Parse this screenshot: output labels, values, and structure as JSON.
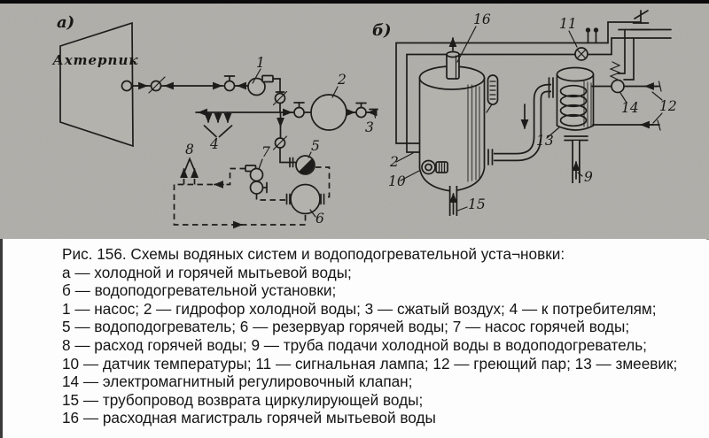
{
  "colors": {
    "paper": "#b3b2ad",
    "ink": "#1d1c1a",
    "caption_bg": "#fdfdfd",
    "caption_text": "#151515",
    "top_strip": "#0b0b0b"
  },
  "diagram": {
    "scheme_a": {
      "label": "а)",
      "tank_name": "Ахтерпик",
      "callouts": {
        "c1": "1",
        "c2": "2",
        "c3": "3",
        "c4": "4",
        "c5": "5",
        "c6": "6",
        "c7": "7",
        "c8": "8"
      }
    },
    "scheme_b": {
      "label": "б)",
      "callouts": {
        "c2": "2",
        "c9": "9",
        "c10": "10",
        "c11": "11",
        "c12": "12",
        "c13": "13",
        "c14": "14",
        "c15": "15",
        "c16": "16"
      }
    }
  },
  "caption": {
    "lines": [
      "Рис. 156. Схемы водяных систем и водоподогревательной уста¬новки:",
      "а — холодной и горячей мытьевой воды;",
      "б — водоподогревательной установки;",
      "1 — насос; 2 — гидрофор холодной воды; 3 — сжатый воздух; 4 — к потребителям;",
      "5 — водоподогреватель; 6 — резервуар горячей воды; 7 — насос горячей воды;",
      "8 — расход горячей воды; 9 — труба подачи холодной воды в водоподогреватель;",
      "10 — датчик температуры; 11 — сигнальная лампа; 12 — греющий пар; 13 — змеевик;",
      "14 — электромагнитный регулировочный клапан;",
      "15 — трубопровод возврата циркулирующей воды;",
      "16 — расходная магистраль горячей мытьевой воды"
    ]
  }
}
